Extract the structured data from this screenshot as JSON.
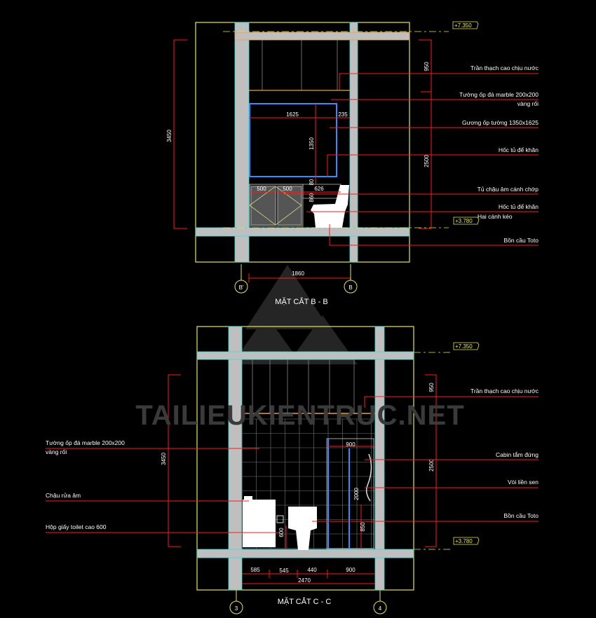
{
  "watermark": "TAILIEUKIENTRUC.NET",
  "colors": {
    "background": "#000000",
    "wall": "#bfbfbf",
    "frame": "#e8e84a",
    "leader": "#ff1a1a",
    "mirror": "#2f8fff",
    "edge": "#33e0e0"
  },
  "section_bb": {
    "title": "MẶT CẮT B - B",
    "grid_left": "B'",
    "grid_right": "B",
    "elev_top": "+7.350",
    "elev_bottom": "+3.780",
    "dims": {
      "height_total": "3450",
      "ceiling": "950",
      "wall": "2500",
      "width": "1860",
      "mirror_w": "1625",
      "side": "235",
      "mirror_h": "1350",
      "d500a": "500",
      "d500b": "500",
      "d626": "626",
      "d80": "80",
      "d860": "860"
    },
    "labels": [
      "Trần thạch cao chịu nước",
      "Tường ốp đá marble 200x200",
      "vàng rối",
      "Gương  ốp tường 1350x1625",
      "Hốc tủ để khăn",
      "Tủ chậu âm  cánh chớp",
      "Hốc tủ để khăn",
      "Hai cánh kéo",
      "Bồn cầu Toto"
    ]
  },
  "section_cc": {
    "title": "MẶT CẮT C - C",
    "grid_left": "3",
    "grid_right": "4",
    "elev_top": "+7.350",
    "elev_bottom": "+3.780",
    "dims": {
      "height_total": "3450",
      "ceiling": "950",
      "wall": "2500",
      "cabin_w": "900",
      "cabin_h": "2000",
      "d850": "850",
      "d600": "600",
      "w585": "585",
      "w545": "545",
      "w440": "440",
      "w900": "900",
      "total": "2470"
    },
    "left_labels": [
      "Tường ốp đá marble 200x200",
      "vàng rối",
      "Chậu rửa âm",
      "Hộp giấy toilet cao 600"
    ],
    "right_labels": [
      "Trần thạch cao chịu nước",
      "Cabin tắm đứng",
      "Vòi liền sen",
      "Bồn cầu Toto"
    ]
  }
}
